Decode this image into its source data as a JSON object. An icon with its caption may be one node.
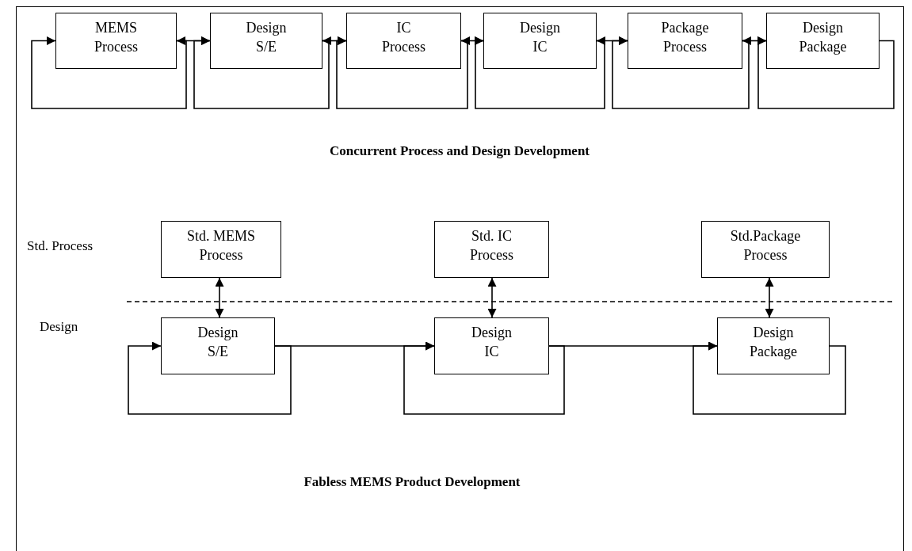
{
  "diagram": {
    "nodes": [
      {
        "text": [
          "MEMS Process"
        ]
      },
      {
        "text": [
          "Design S/E"
        ]
      },
      {
        "text": [
          "IC Process"
        ]
      },
      {
        "text": [
          "Design IC"
        ]
      },
      {
        "text": [
          "Package Process"
        ]
      },
      {
        "text": [
          "Design Package"
        ]
      },
      {
        "text": [
          "Std. MEMS Process"
        ]
      },
      {
        "text": [
          "Std. IC Process"
        ]
      },
      {
        "text": [
          "Std.Package Process"
        ]
      },
      {
        "text": [
          "Design S/E"
        ]
      },
      {
        "text": [
          "Design IC"
        ]
      },
      {
        "text": [
          "Design Package"
        ]
      }
    ],
    "edges": [
      {
        "from": 0,
        "to": 1,
        "arrow": "both"
      },
      {
        "from": 1,
        "to": 2,
        "arrow": "both"
      },
      {
        "from": 2,
        "to": 3,
        "arrow": "both"
      },
      {
        "from": 3,
        "to": 4,
        "arrow": "both"
      },
      {
        "from": 4,
        "to": 5,
        "arrow": "both"
      },
      {
        "from": 0,
        "to": 0,
        "arrow": "to"
      },
      {
        "from": 1,
        "to": 1,
        "arrow": "to"
      },
      {
        "from": 2,
        "to": 2,
        "arrow": "to"
      },
      {
        "from": 3,
        "to": 3,
        "arrow": "to"
      },
      {
        "from": 4,
        "to": 4,
        "arrow": "to"
      },
      {
        "from": 5,
        "to": 5,
        "arrow": "to"
      },
      {
        "from": 6,
        "to": 9,
        "arrow": "both"
      },
      {
        "from": 7,
        "to": 10,
        "arrow": "both"
      },
      {
        "from": 8,
        "to": 11,
        "arrow": "both"
      },
      {
        "from": 9,
        "to": 10,
        "arrow": "to"
      },
      {
        "from": 10,
        "to": 11,
        "arrow": "to"
      },
      {
        "from": 9,
        "to": 9,
        "arrow": "to"
      },
      {
        "from": 10,
        "to": 10,
        "arrow": "to"
      },
      {
        "from": 11,
        "to": 11,
        "arrow": "to"
      }
    ],
    "labels": [
      "Concurrent Process and Design Development",
      "Std. Process",
      "Design",
      "Fabless MEMS Product Development"
    ]
  }
}
